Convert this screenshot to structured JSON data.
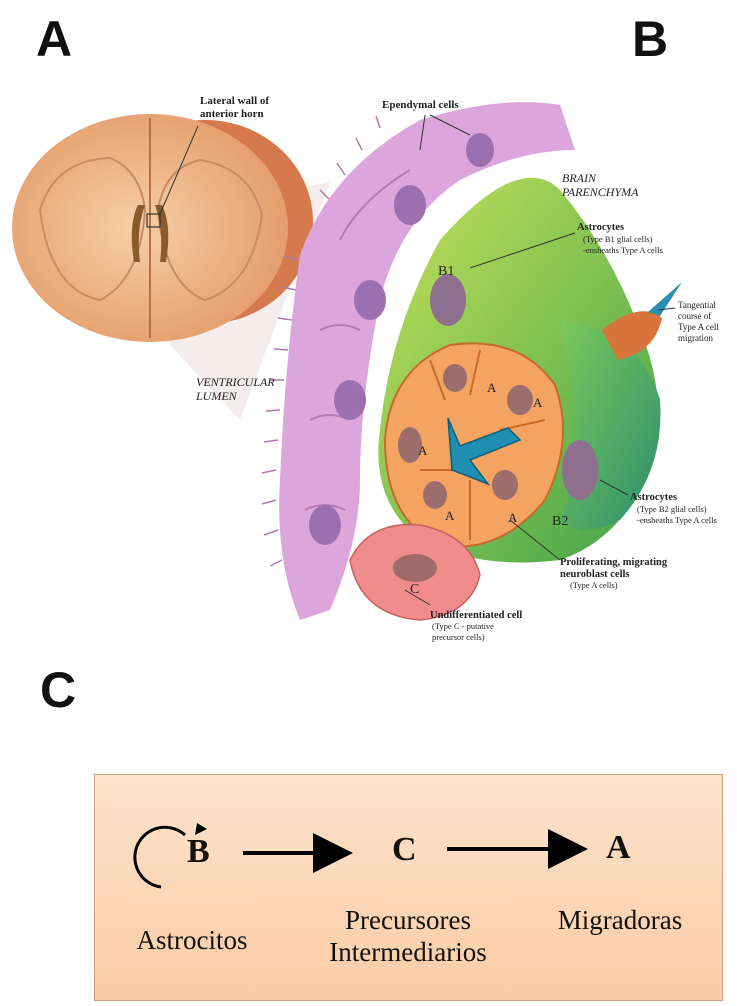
{
  "panels": {
    "a": "A",
    "b": "B",
    "c": "C"
  },
  "labels": {
    "lateral_wall": [
      "Lateral wall of",
      "anterior horn"
    ],
    "ependymal": "Ependymal cells",
    "brain_parenchyma": [
      "BRAIN",
      "PARENCHYMA"
    ],
    "astro_b1": [
      "Astrocytes",
      "(Type B1 glial cells)",
      "-ensheaths Type A cells"
    ],
    "tangential": [
      "Tangential",
      "course of",
      "Type A cell",
      "migration"
    ],
    "ventricular_lumen": [
      "VENTRICULAR",
      "LUMEN"
    ],
    "astro_b2": [
      "Astrocytes",
      "(Type B2 glial cells)",
      "-ensheaths Type A cells"
    ],
    "proliferating": [
      "Proliferating, migrating",
      "neuroblast cells",
      "(Type A cells)"
    ],
    "undifferentiated": [
      "Undifferentiated cell",
      "(Type C - putative",
      "precursor cells)"
    ],
    "cell_b1": "B1",
    "cell_b2": "B2",
    "cell_c": "C",
    "cell_a": "A"
  },
  "flow": {
    "node_b": "B",
    "node_c": "C",
    "node_a": "A",
    "label_b": "Astrocitos",
    "label_c": [
      "Precursores",
      "Intermediarios"
    ],
    "label_a": "Migradoras"
  },
  "colors": {
    "ependymal": "#d9a3d9",
    "astrocyte": "#8cc63f",
    "type_a": "#f4a460",
    "type_c": "#f08c8c",
    "arrow": "#1f8fb3",
    "brain": "#f0b48a",
    "flow_box": "#fbd3b0"
  }
}
